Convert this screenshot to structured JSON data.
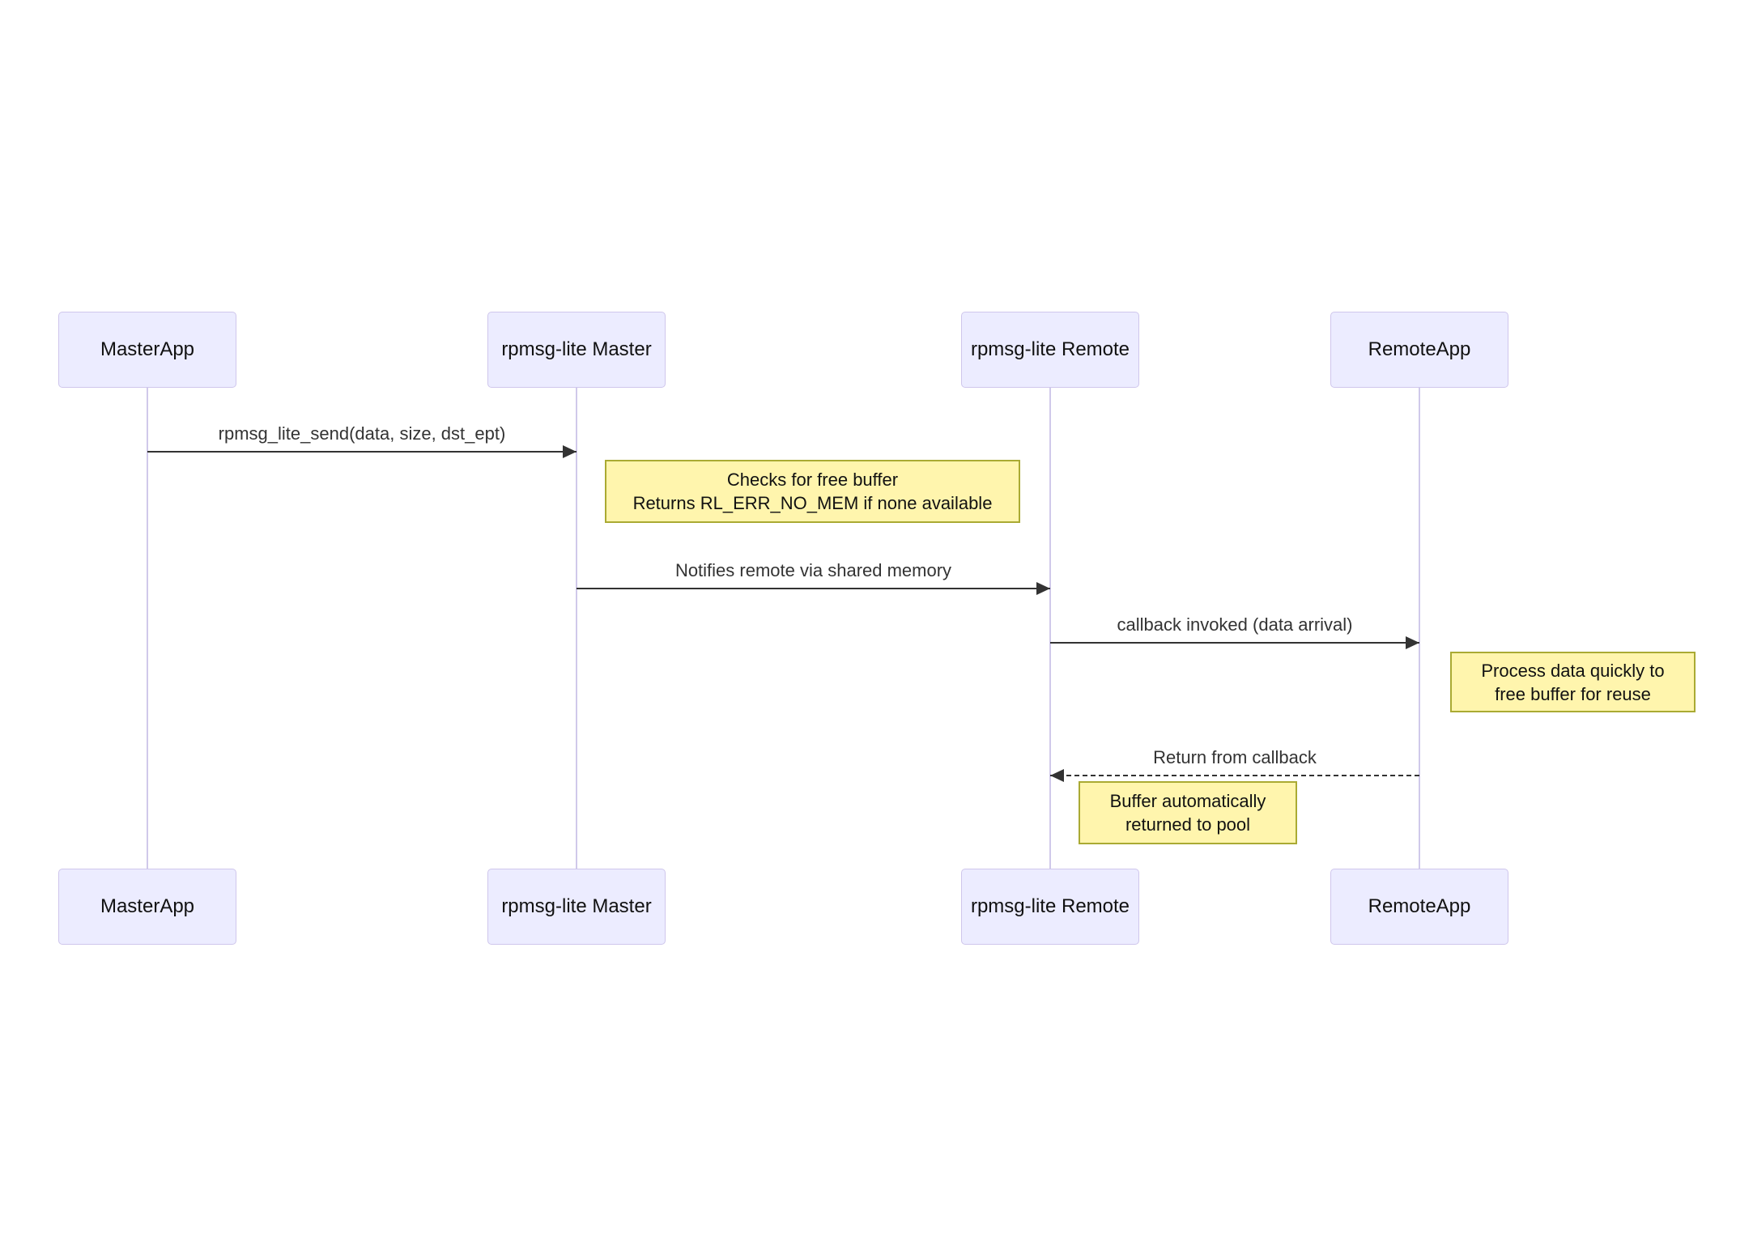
{
  "diagram": {
    "type": "sequence-diagram",
    "actors": [
      {
        "id": "masterapp",
        "label": "MasterApp"
      },
      {
        "id": "rpmsg-lite-master",
        "label": "rpmsg-lite Master"
      },
      {
        "id": "rpmsg-lite-remote",
        "label": "rpmsg-lite Remote"
      },
      {
        "id": "remoteapp",
        "label": "RemoteApp"
      }
    ],
    "messages": [
      {
        "from": "MasterApp",
        "to": "rpmsg-lite Master",
        "label": "rpmsg_lite_send(data, size, dst_ept)",
        "style": "solid"
      },
      {
        "from": "rpmsg-lite Master",
        "to": "rpmsg-lite Remote",
        "label": "Notifies remote via shared memory",
        "style": "solid"
      },
      {
        "from": "rpmsg-lite Remote",
        "to": "RemoteApp",
        "label": "callback invoked (data arrival)",
        "style": "solid"
      },
      {
        "from": "RemoteApp",
        "to": "rpmsg-lite Remote",
        "label": "Return from callback",
        "style": "dashed"
      }
    ],
    "notes": [
      {
        "anchor": "rpmsg-lite Master",
        "line1": "Checks for free buffer",
        "line2": "Returns RL_ERR_NO_MEM if none available"
      },
      {
        "anchor": "RemoteApp",
        "line1": "Process data quickly to",
        "line2": "free buffer for reuse"
      },
      {
        "anchor": "rpmsg-lite Remote",
        "line1": "Buffer automatically",
        "line2": "returned to pool"
      }
    ],
    "colors": {
      "actor_fill": "#ECECFF",
      "actor_border": "#cfc6ec",
      "lifeline": "#d0c9ea",
      "note_fill": "#fff5ad",
      "note_border": "#aaaa33",
      "arrow": "#333333",
      "message_text": "#333333",
      "background": "#ffffff"
    }
  }
}
